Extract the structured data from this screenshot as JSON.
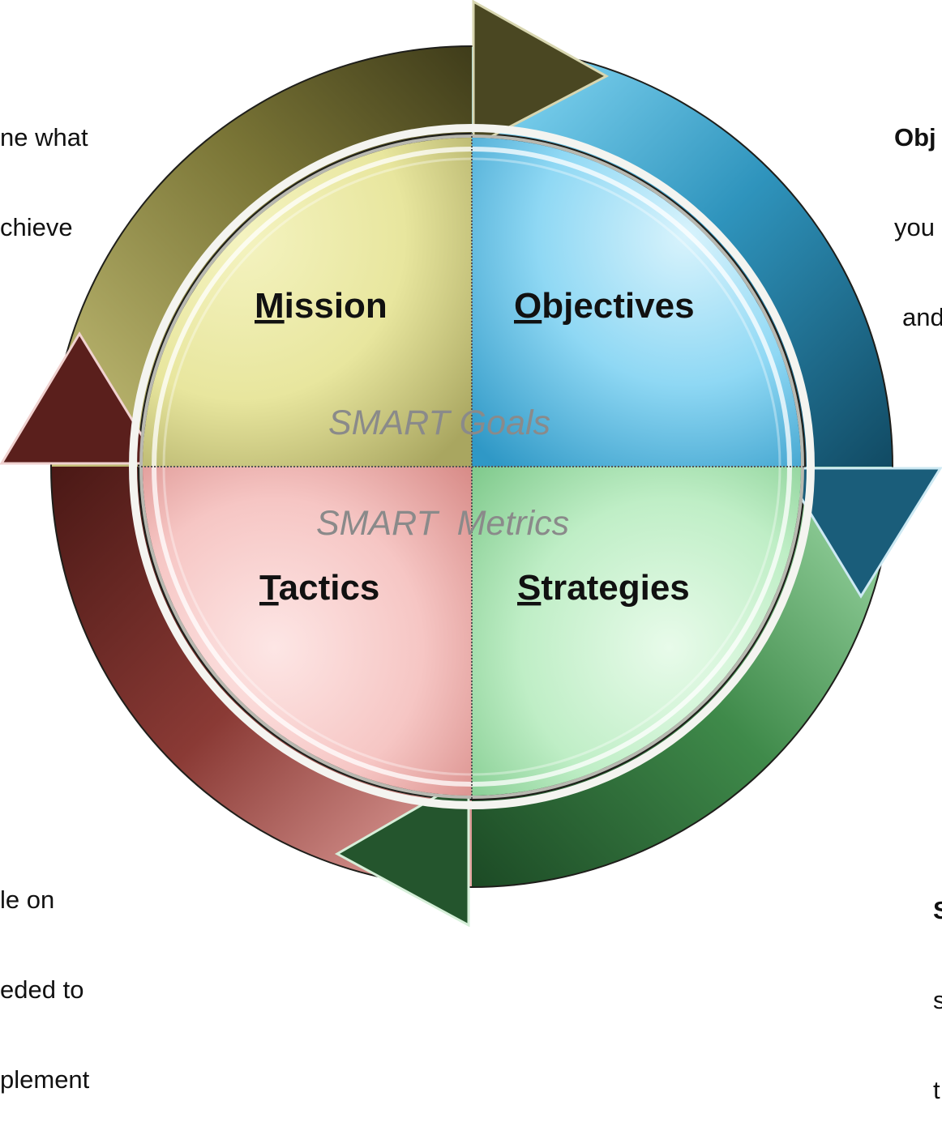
{
  "quadrants": {
    "mission": {
      "initial": "M",
      "rest": "ission"
    },
    "objectives": {
      "initial": "O",
      "rest": "bjectives"
    },
    "tactics": {
      "initial": "T",
      "rest": "actics"
    },
    "strategies": {
      "initial": "S",
      "rest": "trategies"
    }
  },
  "center": {
    "smart_goals": "SMART Goals",
    "smart_metrics": "SMART  Metrics"
  },
  "side_text": {
    "mission_lines": [
      "ne what",
      "chieve"
    ],
    "objectives_bold": "Obj",
    "objectives_lines": [
      "you",
      "and"
    ],
    "tactics_lines": [
      "le on",
      "eded to",
      "plement"
    ],
    "strategies_bold": "S",
    "strategies_lines": [
      "s",
      "t"
    ]
  },
  "colors": {
    "mission_arrow": "#6e6a2e",
    "objectives_arrow": "#2d8fb5",
    "strategies_arrow": "#3d7a45",
    "tactics_arrow": "#6e2c28",
    "mission_fill": "#e9e79c",
    "objectives_fill": "#8fd8f4",
    "strategies_fill": "#bfeec6",
    "tactics_fill": "#f6c6c4"
  }
}
